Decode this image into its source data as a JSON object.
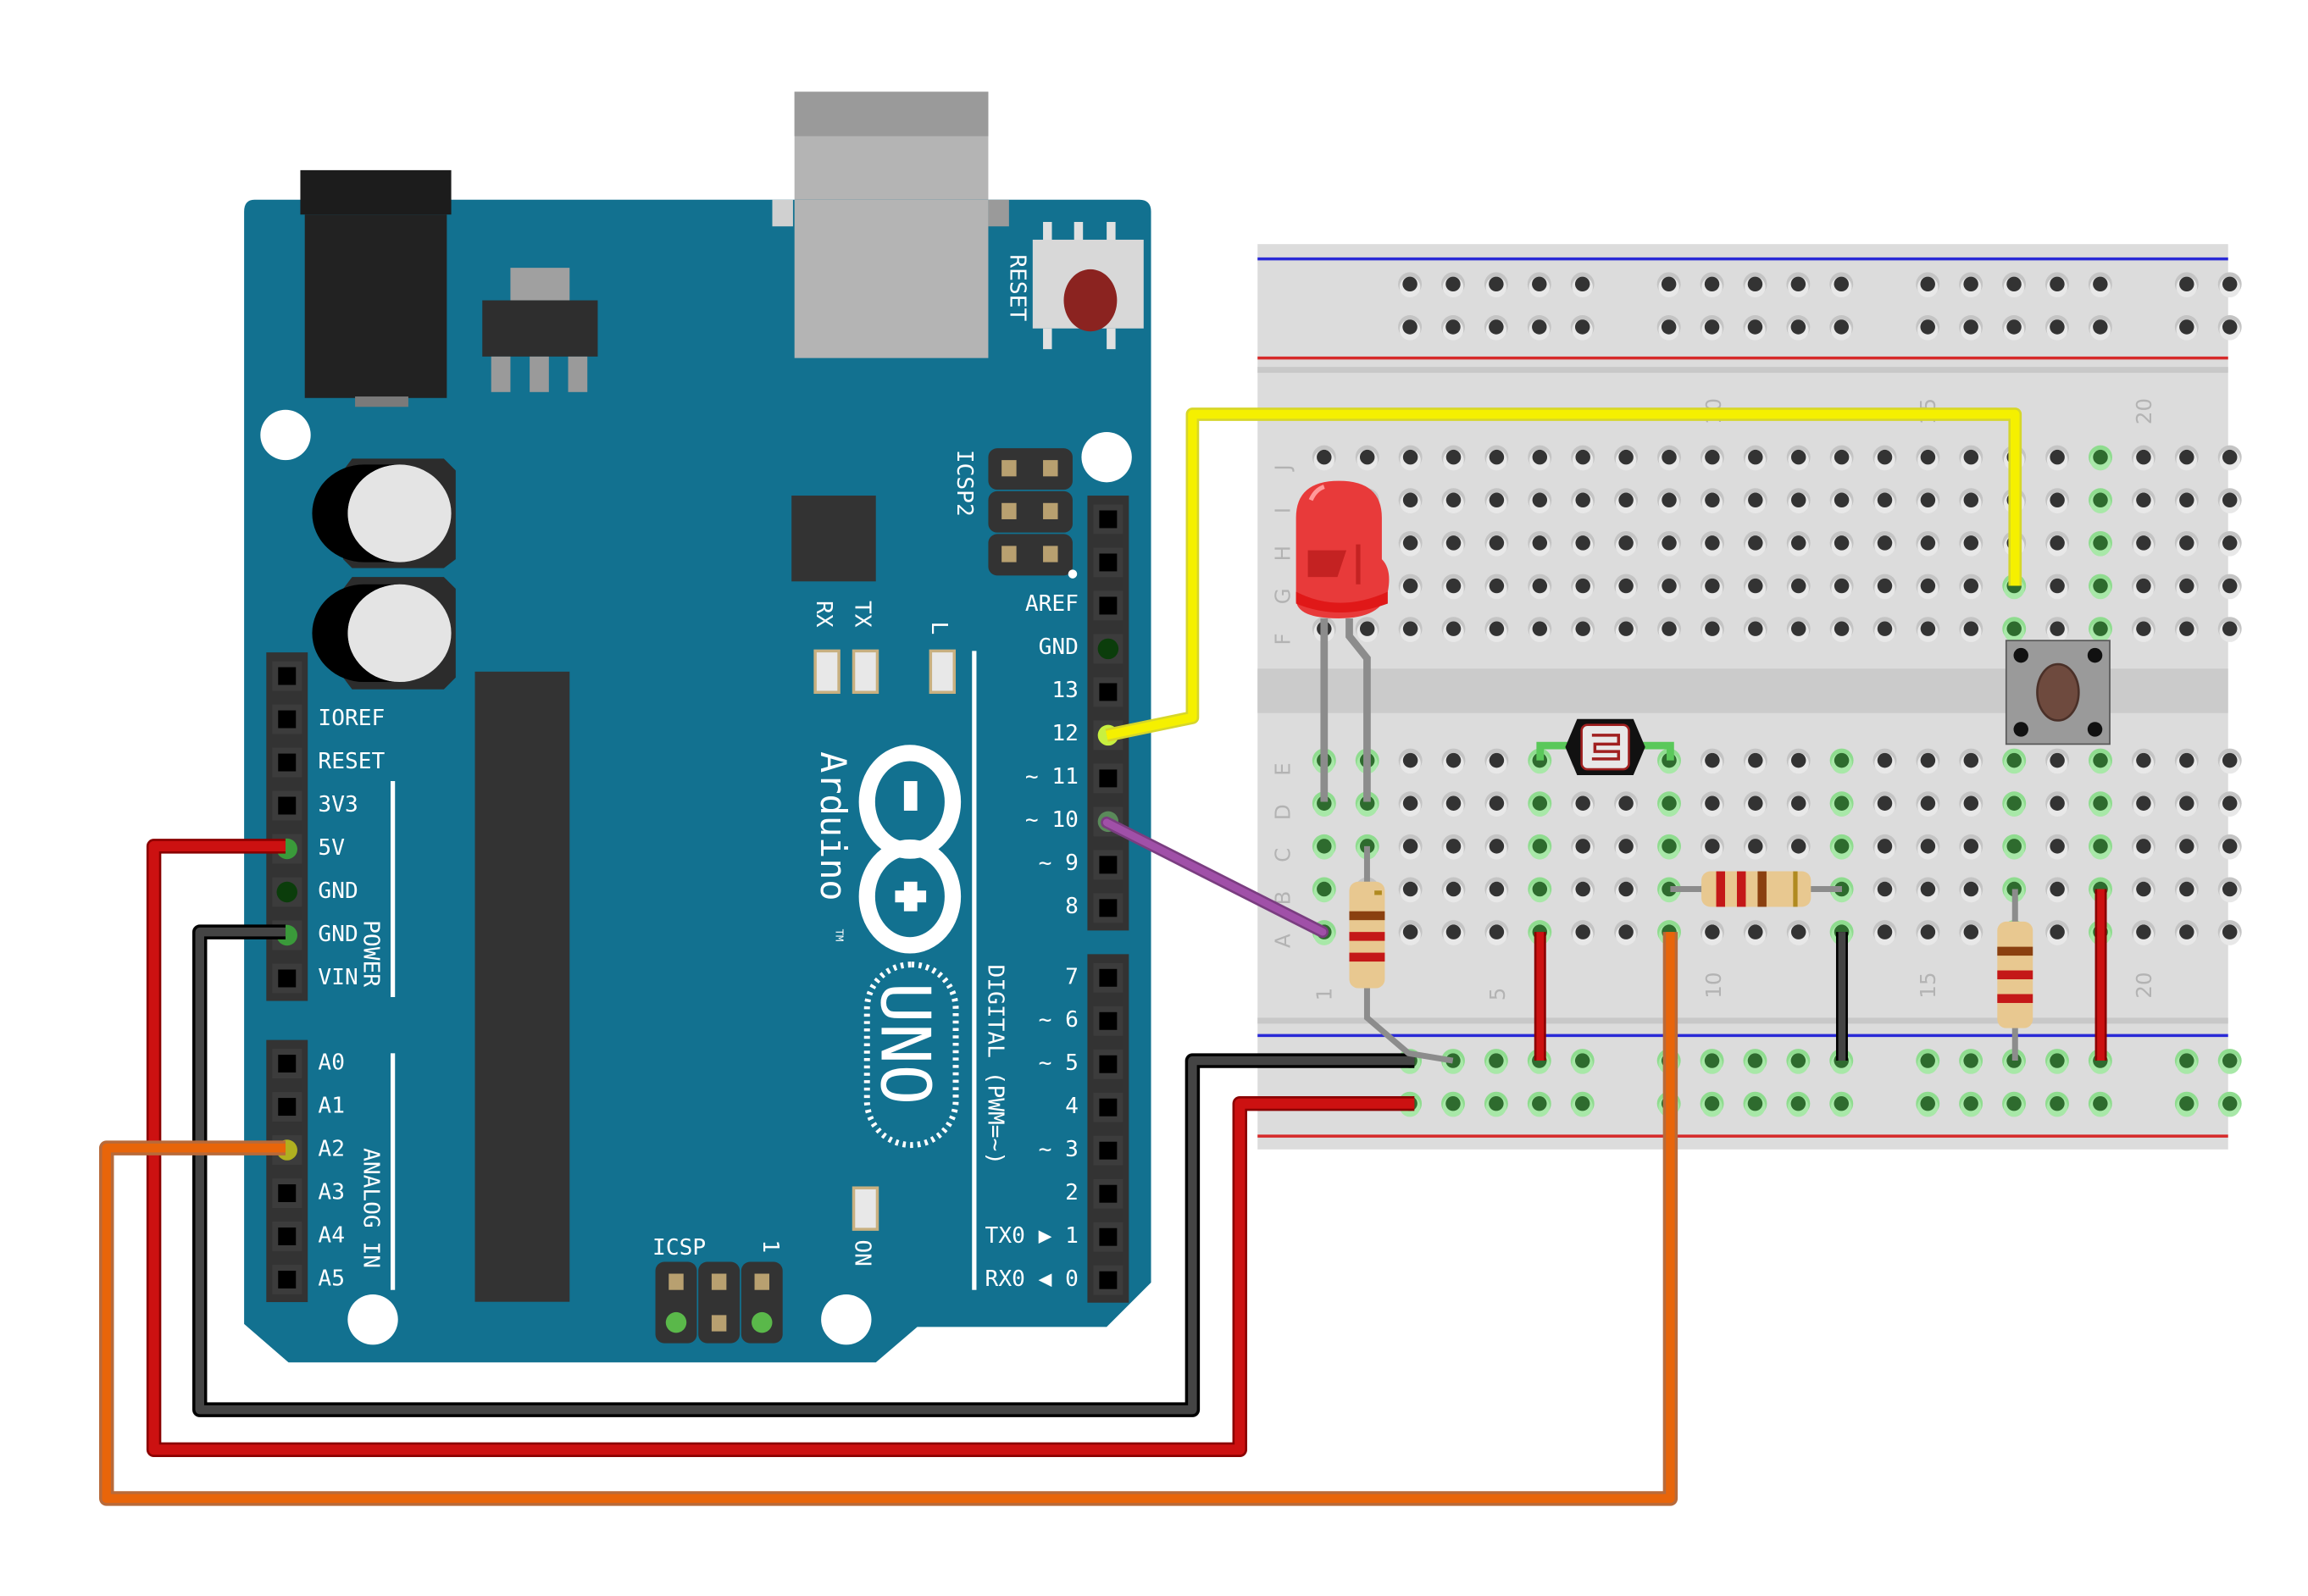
{
  "board": {
    "name": "Arduino",
    "trademark": "TM",
    "model": "UNO",
    "reset_label": "RESET",
    "icsp_label": "ICSP",
    "icsp_pin1_label": "1",
    "icsp2_label": "ICSP2",
    "led_labels": {
      "rx": "RX",
      "tx": "TX",
      "l": "L",
      "on": "ON"
    },
    "power_group_label": "POWER",
    "analog_group_label": "ANALOG IN",
    "digital_group_label": "DIGITAL (PWM=~)",
    "power_pins": [
      "IOREF",
      "RESET",
      "3V3",
      "5V",
      "GND",
      "GND",
      "VIN"
    ],
    "analog_pins": [
      "A0",
      "A1",
      "A2",
      "A3",
      "A4",
      "A5"
    ],
    "digital_pins_upper": [
      "AREF",
      "GND",
      "13",
      "12",
      "~ 11",
      "~ 10",
      "~ 9",
      "8"
    ],
    "digital_pins_lower": [
      "7",
      "~ 6",
      "~ 5",
      "4",
      "~ 3",
      "2",
      "TX0 ▶ 1",
      "RX0 ◀ 0"
    ],
    "colors": {
      "pcb": "#127190",
      "header": "#333333",
      "reset_button": "#8b2320"
    }
  },
  "breadboard": {
    "row_labels_top": [
      "J",
      "I",
      "H",
      "G",
      "F"
    ],
    "row_labels_bottom": [
      "E",
      "D",
      "C",
      "B",
      "A"
    ],
    "column_numbers": [
      "1",
      "5",
      "10",
      "15",
      "20"
    ],
    "colors": {
      "body": "#dcdcdc",
      "rail_blue": "#2a2ad6",
      "rail_red": "#d62a2a",
      "hole": "#333333",
      "hole_active": "#2e6b2e"
    }
  },
  "components": [
    {
      "type": "led",
      "color": "red"
    },
    {
      "type": "photoresistor"
    },
    {
      "type": "resistor",
      "orientation": "vertical",
      "position": "col 2"
    },
    {
      "type": "resistor",
      "orientation": "horizontal",
      "position": "col 9-13"
    },
    {
      "type": "resistor",
      "orientation": "vertical",
      "position": "col 17"
    },
    {
      "type": "pushbutton"
    }
  ],
  "wires": [
    {
      "from": "12",
      "to": "breadboard G17",
      "color": "#f5f000"
    },
    {
      "from": "~ 10",
      "to": "breadboard A1",
      "color": "#9b4aa0"
    },
    {
      "from": "5V",
      "to": "breadboard power rail +",
      "color": "#cc1111"
    },
    {
      "from": "GND",
      "to": "breadboard power rail -",
      "color": "#222222"
    },
    {
      "from": "A2",
      "to": "breadboard A9",
      "color": "#e8650a"
    }
  ]
}
